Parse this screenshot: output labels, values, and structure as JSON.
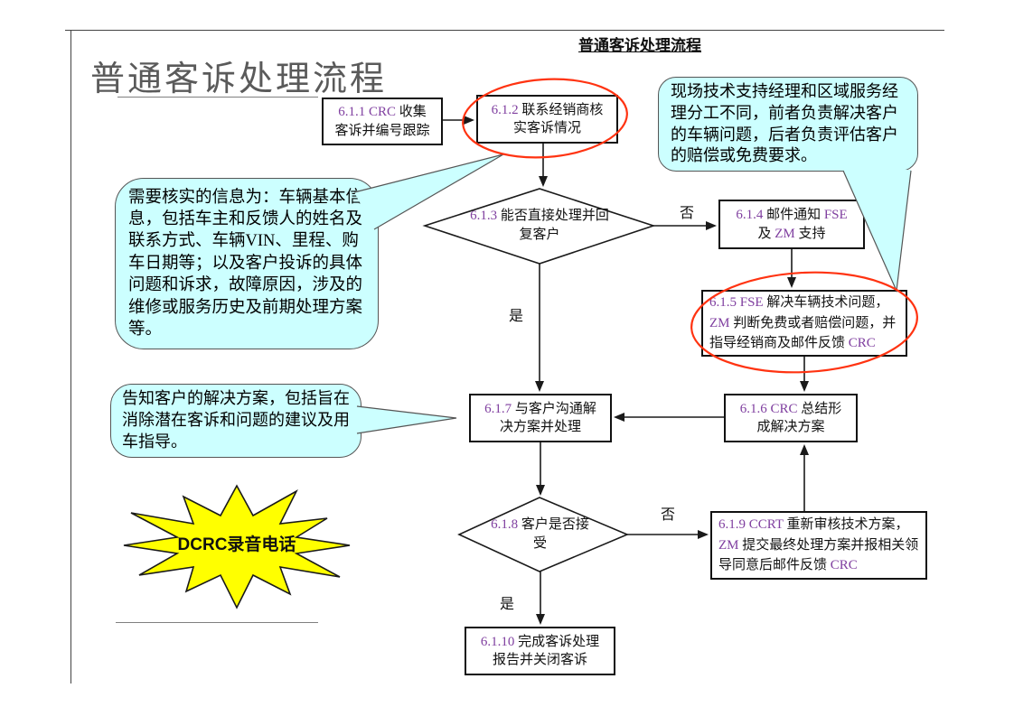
{
  "header": {
    "title": "普通客诉处理流程"
  },
  "page_title": "普通客诉处理流程",
  "flow": {
    "n611": "6.1.1 CRC 收集客诉并编号跟踪",
    "n612": "6.1.2 联系经销商核实客诉情况",
    "n613": "6.1.3 能否直接处理并回复客户",
    "n614": "6.1.4 邮件通知 FSE 及 ZM 支持",
    "n615": "6.1.5 FSE 解决车辆技术问题，ZM 判断免费或者赔偿问题，并指导经销商及邮件反馈 CRC",
    "n616": "6.1.6 CRC 总结形成解决方案",
    "n617": "6.1.7 与客户沟通解决方案并处理",
    "n618": "6.1.8 客户是否接受",
    "n619": "6.1.9 CCRT 重新审核技术方案，ZM 提交最终处理方案并报相关领导同意后邮件反馈 CRC",
    "n6110": "6.1.10 完成客诉处理报告并关闭客诉"
  },
  "labels": {
    "yes": "是",
    "no": "否"
  },
  "callouts": {
    "manager_roles": "现场技术支持经理和区域服务经理分工不同，前者负责解决客户的车辆问题，后者负责评估客户的赔偿或免费要求。",
    "verify_info": "需要核实的信息为：车辆基本信息，包括车主和反馈人的姓名及联系方式、车辆VIN、里程、购车日期等；以及客户投诉的具体问题和诉求，故障原因，涉及的维修或服务历史及前期处理方案等。",
    "inform_customer": "告知客户的解决方案，包括旨在消除潜在客诉和问题的建议及用车指导。"
  },
  "starburst": {
    "text": "DCRC录音电话"
  },
  "colors": {
    "callout_fill": "#CCFFFF",
    "starburst_fill": "#FFFF00",
    "highlight_ellipse": "#FF3311",
    "ascii_text": "#8040A0"
  }
}
